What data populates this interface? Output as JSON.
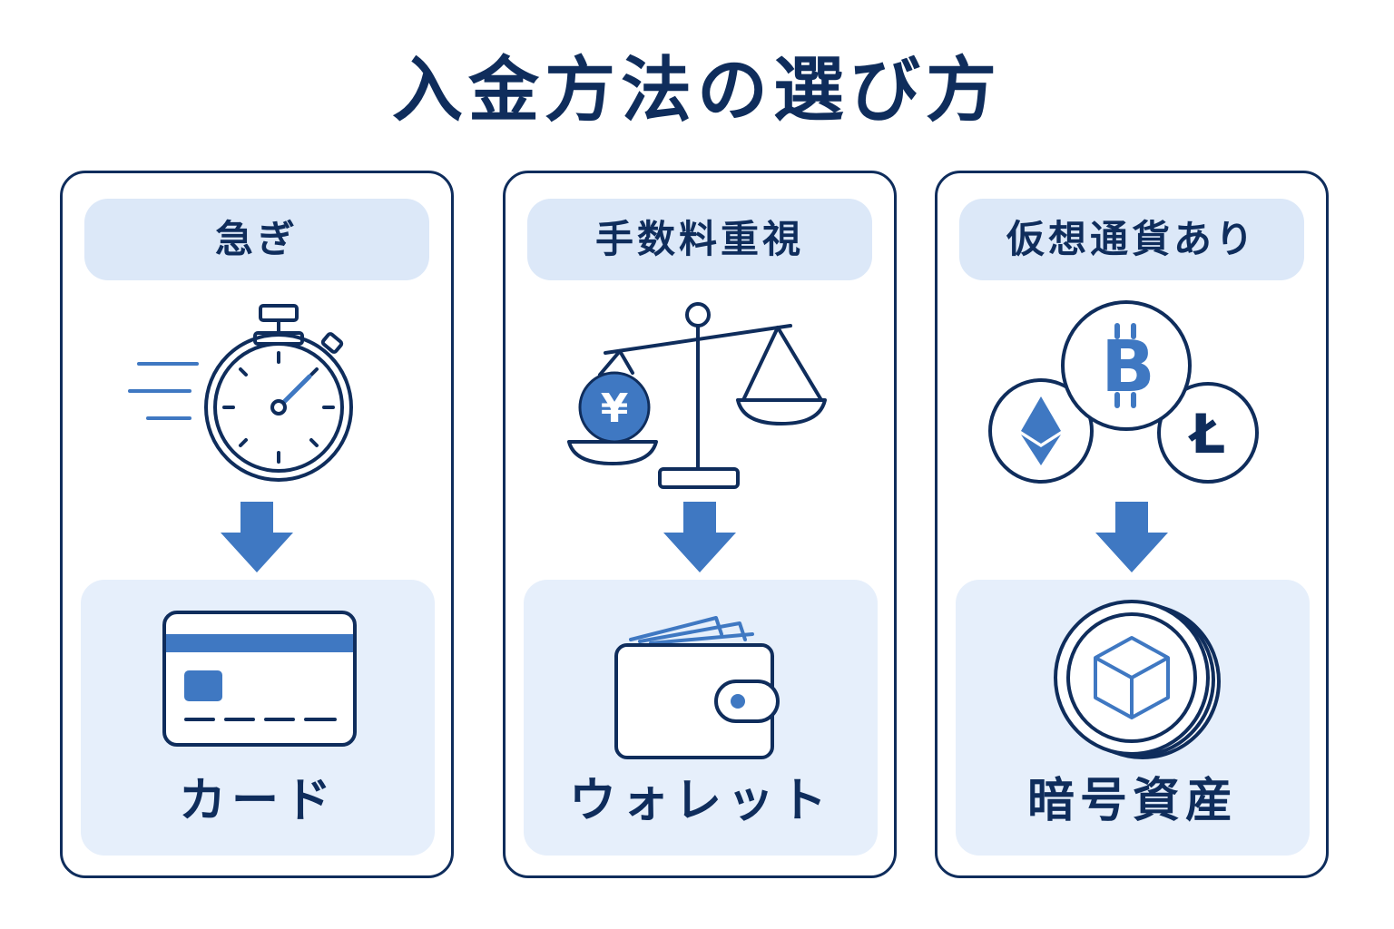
{
  "title": "入金方法の選び方",
  "colors": {
    "navy": "#0f2d5c",
    "blue": "#3f78c2",
    "pill": "#dce8f8",
    "box": "#e6effb"
  },
  "columns": [
    {
      "label": "急ぎ",
      "icon": "stopwatch-icon",
      "result": "カード",
      "result_icon": "credit-card-icon"
    },
    {
      "label": "手数料重視",
      "icon": "balance-scale-icon",
      "yen_symbol": "¥",
      "result": "ウォレット",
      "result_icon": "wallet-icon"
    },
    {
      "label": "仮想通貨あり",
      "icon": "crypto-coins-icon",
      "btc_symbol": "B",
      "ltc_symbol": "Ł",
      "result": "暗号資産",
      "result_icon": "crypto-coin-icon"
    }
  ]
}
